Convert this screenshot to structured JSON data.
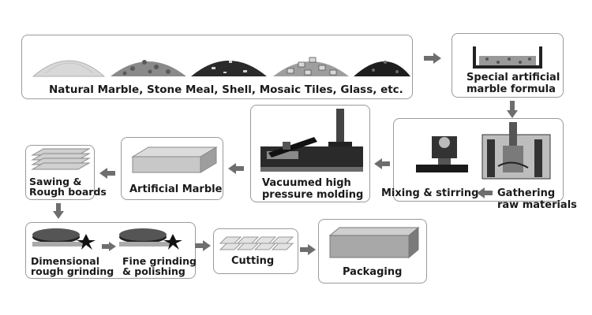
{
  "steps": {
    "materials": "Natural Marble, Stone Meal, Shell, Mosaic Tiles, Glass, etc.",
    "formula_line1": "Special artificial",
    "formula_line2": "marble formula",
    "gathering_line1": "Gathering",
    "gathering_line2": "raw materials",
    "mixing": "Mixing & stirring",
    "molding_line1": "Vacuumed high",
    "molding_line2": "pressure molding",
    "artificial": "Artificial Marble",
    "sawing_line1": "Sawing &",
    "sawing_line2": "Rough boards",
    "dimensional_line1": "Dimensional",
    "dimensional_line2": "rough grinding",
    "fine_line1": "Fine grinding",
    "fine_line2": "& polishing",
    "cutting": "Cutting",
    "packaging": "Packaging"
  },
  "colors": {
    "arrow": "#6e6e6e",
    "border": "#9a9a9a",
    "text": "#1a1a1a"
  },
  "icons": {
    "arrow": "gray-right-arrow"
  }
}
